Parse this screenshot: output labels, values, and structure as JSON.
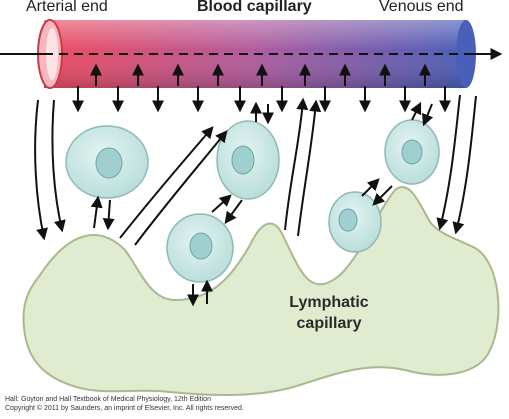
{
  "labels": {
    "arterial_end": "Arterial end",
    "blood_capillary": "Blood capillary",
    "venous_end": "Venous end",
    "lymphatic_line1": "Lymphatic",
    "lymphatic_line2": "capillary"
  },
  "credit": {
    "line1": "Hall: Guyton and Hall Textbook of Medical Physiology, 12th Edition",
    "line2": "Copyright © 2011 by Saunders, an imprint of Elsevier, Inc. All rights reserved."
  },
  "colors": {
    "arterial": "#ee4b5e",
    "venous": "#4a5fb8",
    "cell_fill": "#cfe9e6",
    "nucleus": "#9fcfcf",
    "lymph_fill": "#e0ebcf",
    "lymph_stroke": "#a9b98e",
    "arrow": "#111111"
  }
}
